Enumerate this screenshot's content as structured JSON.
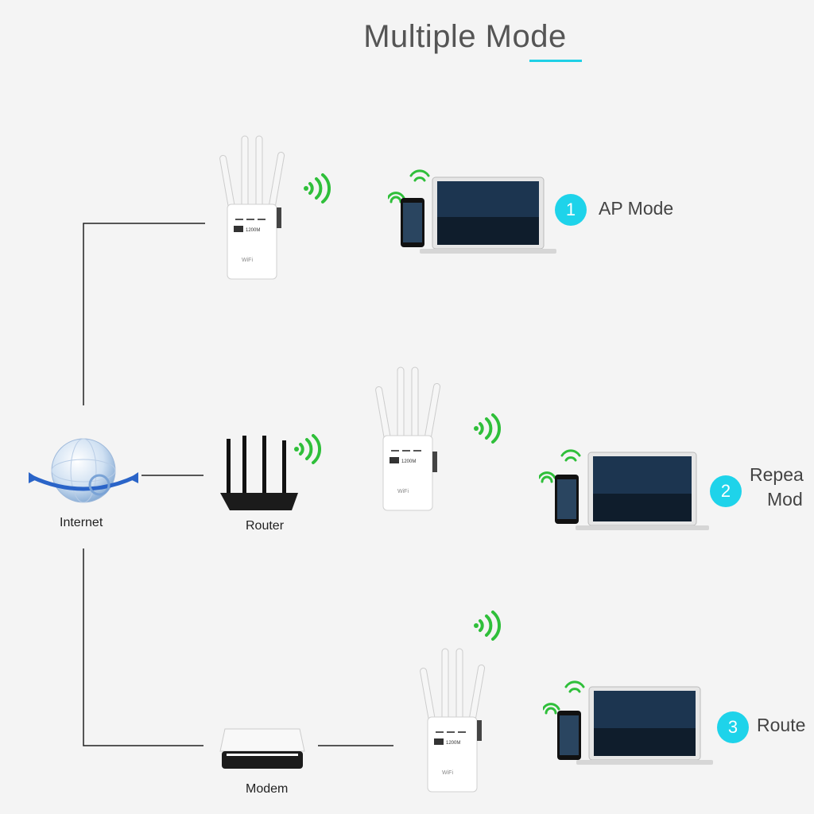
{
  "title": "Multiple Mode",
  "nodes": {
    "internet": "Internet",
    "router": "Router",
    "modem": "Modem"
  },
  "modes": [
    {
      "number": "1",
      "label": "AP Mode"
    },
    {
      "number": "2",
      "label_line1": "Repea",
      "label_line2": "Mod"
    },
    {
      "number": "3",
      "label": "Route"
    }
  ],
  "device_labels": {
    "repeater_badge": "1200M",
    "repeater_brand": "WiFi"
  },
  "colors": {
    "accent": "#1ed3ea",
    "wifi": "#2fbf3a",
    "lines": "#222222"
  }
}
